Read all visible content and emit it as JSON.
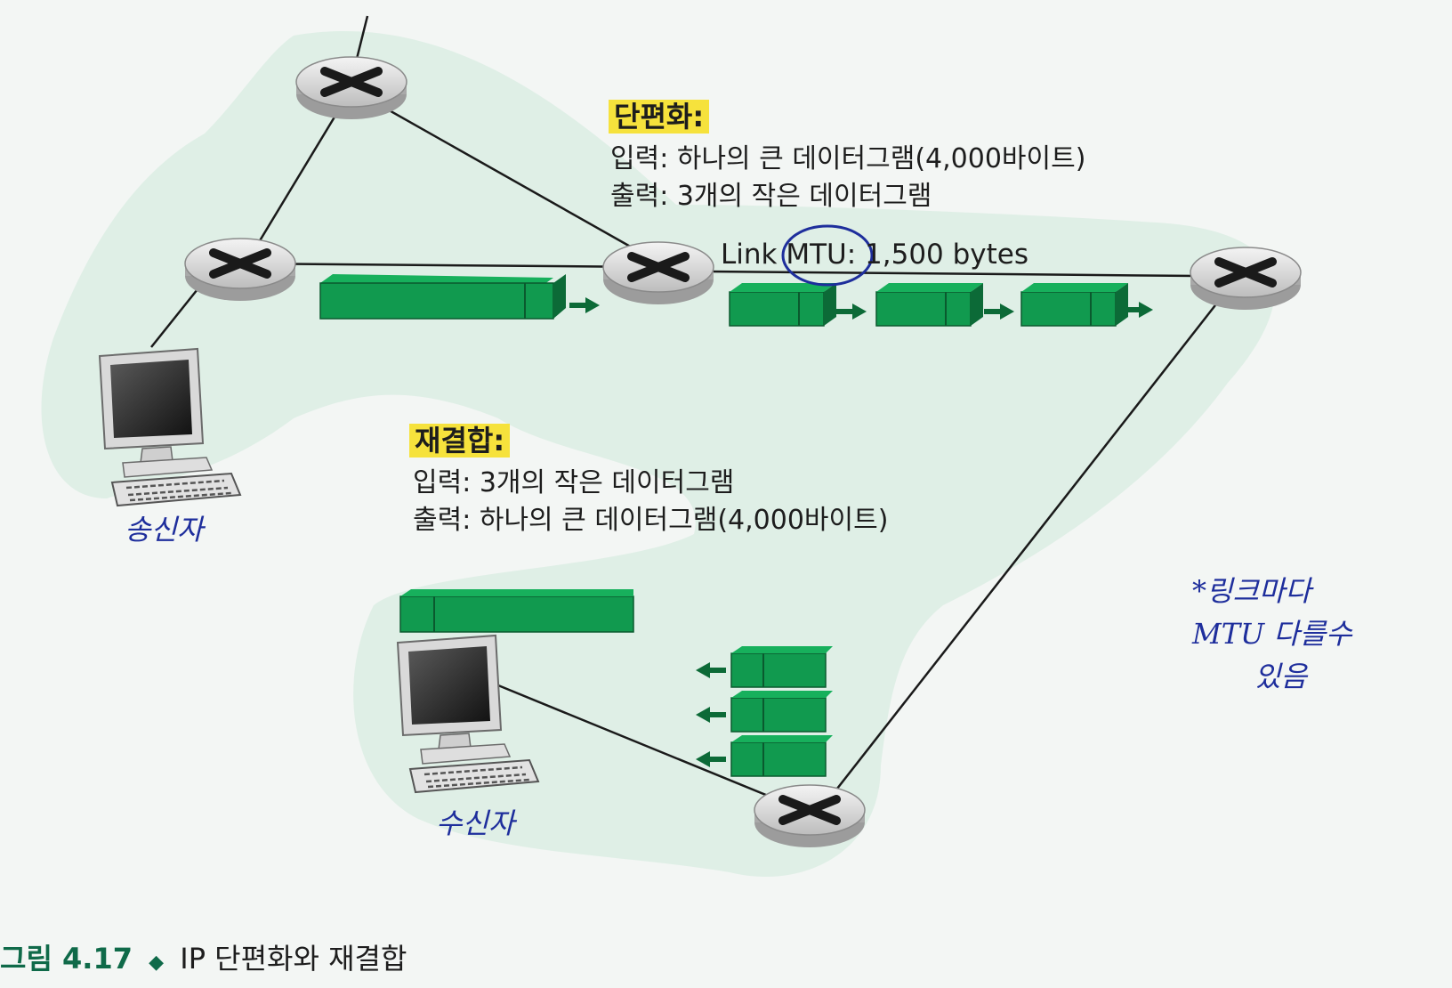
{
  "colors": {
    "fragment_fill": "#119a4f",
    "fragment_dark": "#0c6a37",
    "highlight": "#f6e23c",
    "pen_ink": "#1e2e9c",
    "network_region": "#d8ece2",
    "router": "#c9c9c9"
  },
  "fragmentation": {
    "title": "단편화:",
    "input": "입력: 하나의 큰 데이터그램(4,000바이트)",
    "output": "출력: 3개의 작은 데이터그램"
  },
  "reassembly": {
    "title": "재결합:",
    "input": "입력: 3개의 작은 데이터그램",
    "output": "출력: 하나의 큰 데이터그램(4,000바이트)"
  },
  "link_mtu": {
    "prefix": "Link",
    "mtu": "MTU",
    "suffix": ": 1,500 bytes"
  },
  "handwritten": {
    "sender": "송신자",
    "receiver": "수신자",
    "note_line1": "*링크마다",
    "note_line2": "MTU 다를수",
    "note_line3": "있음"
  },
  "caption": {
    "number": "그림 4.17",
    "bullet": "◆",
    "text": "IP 단편화와 재결합"
  },
  "icons": [
    "router-icon",
    "computer-icon",
    "arrow-right-icon",
    "arrow-left-icon"
  ]
}
